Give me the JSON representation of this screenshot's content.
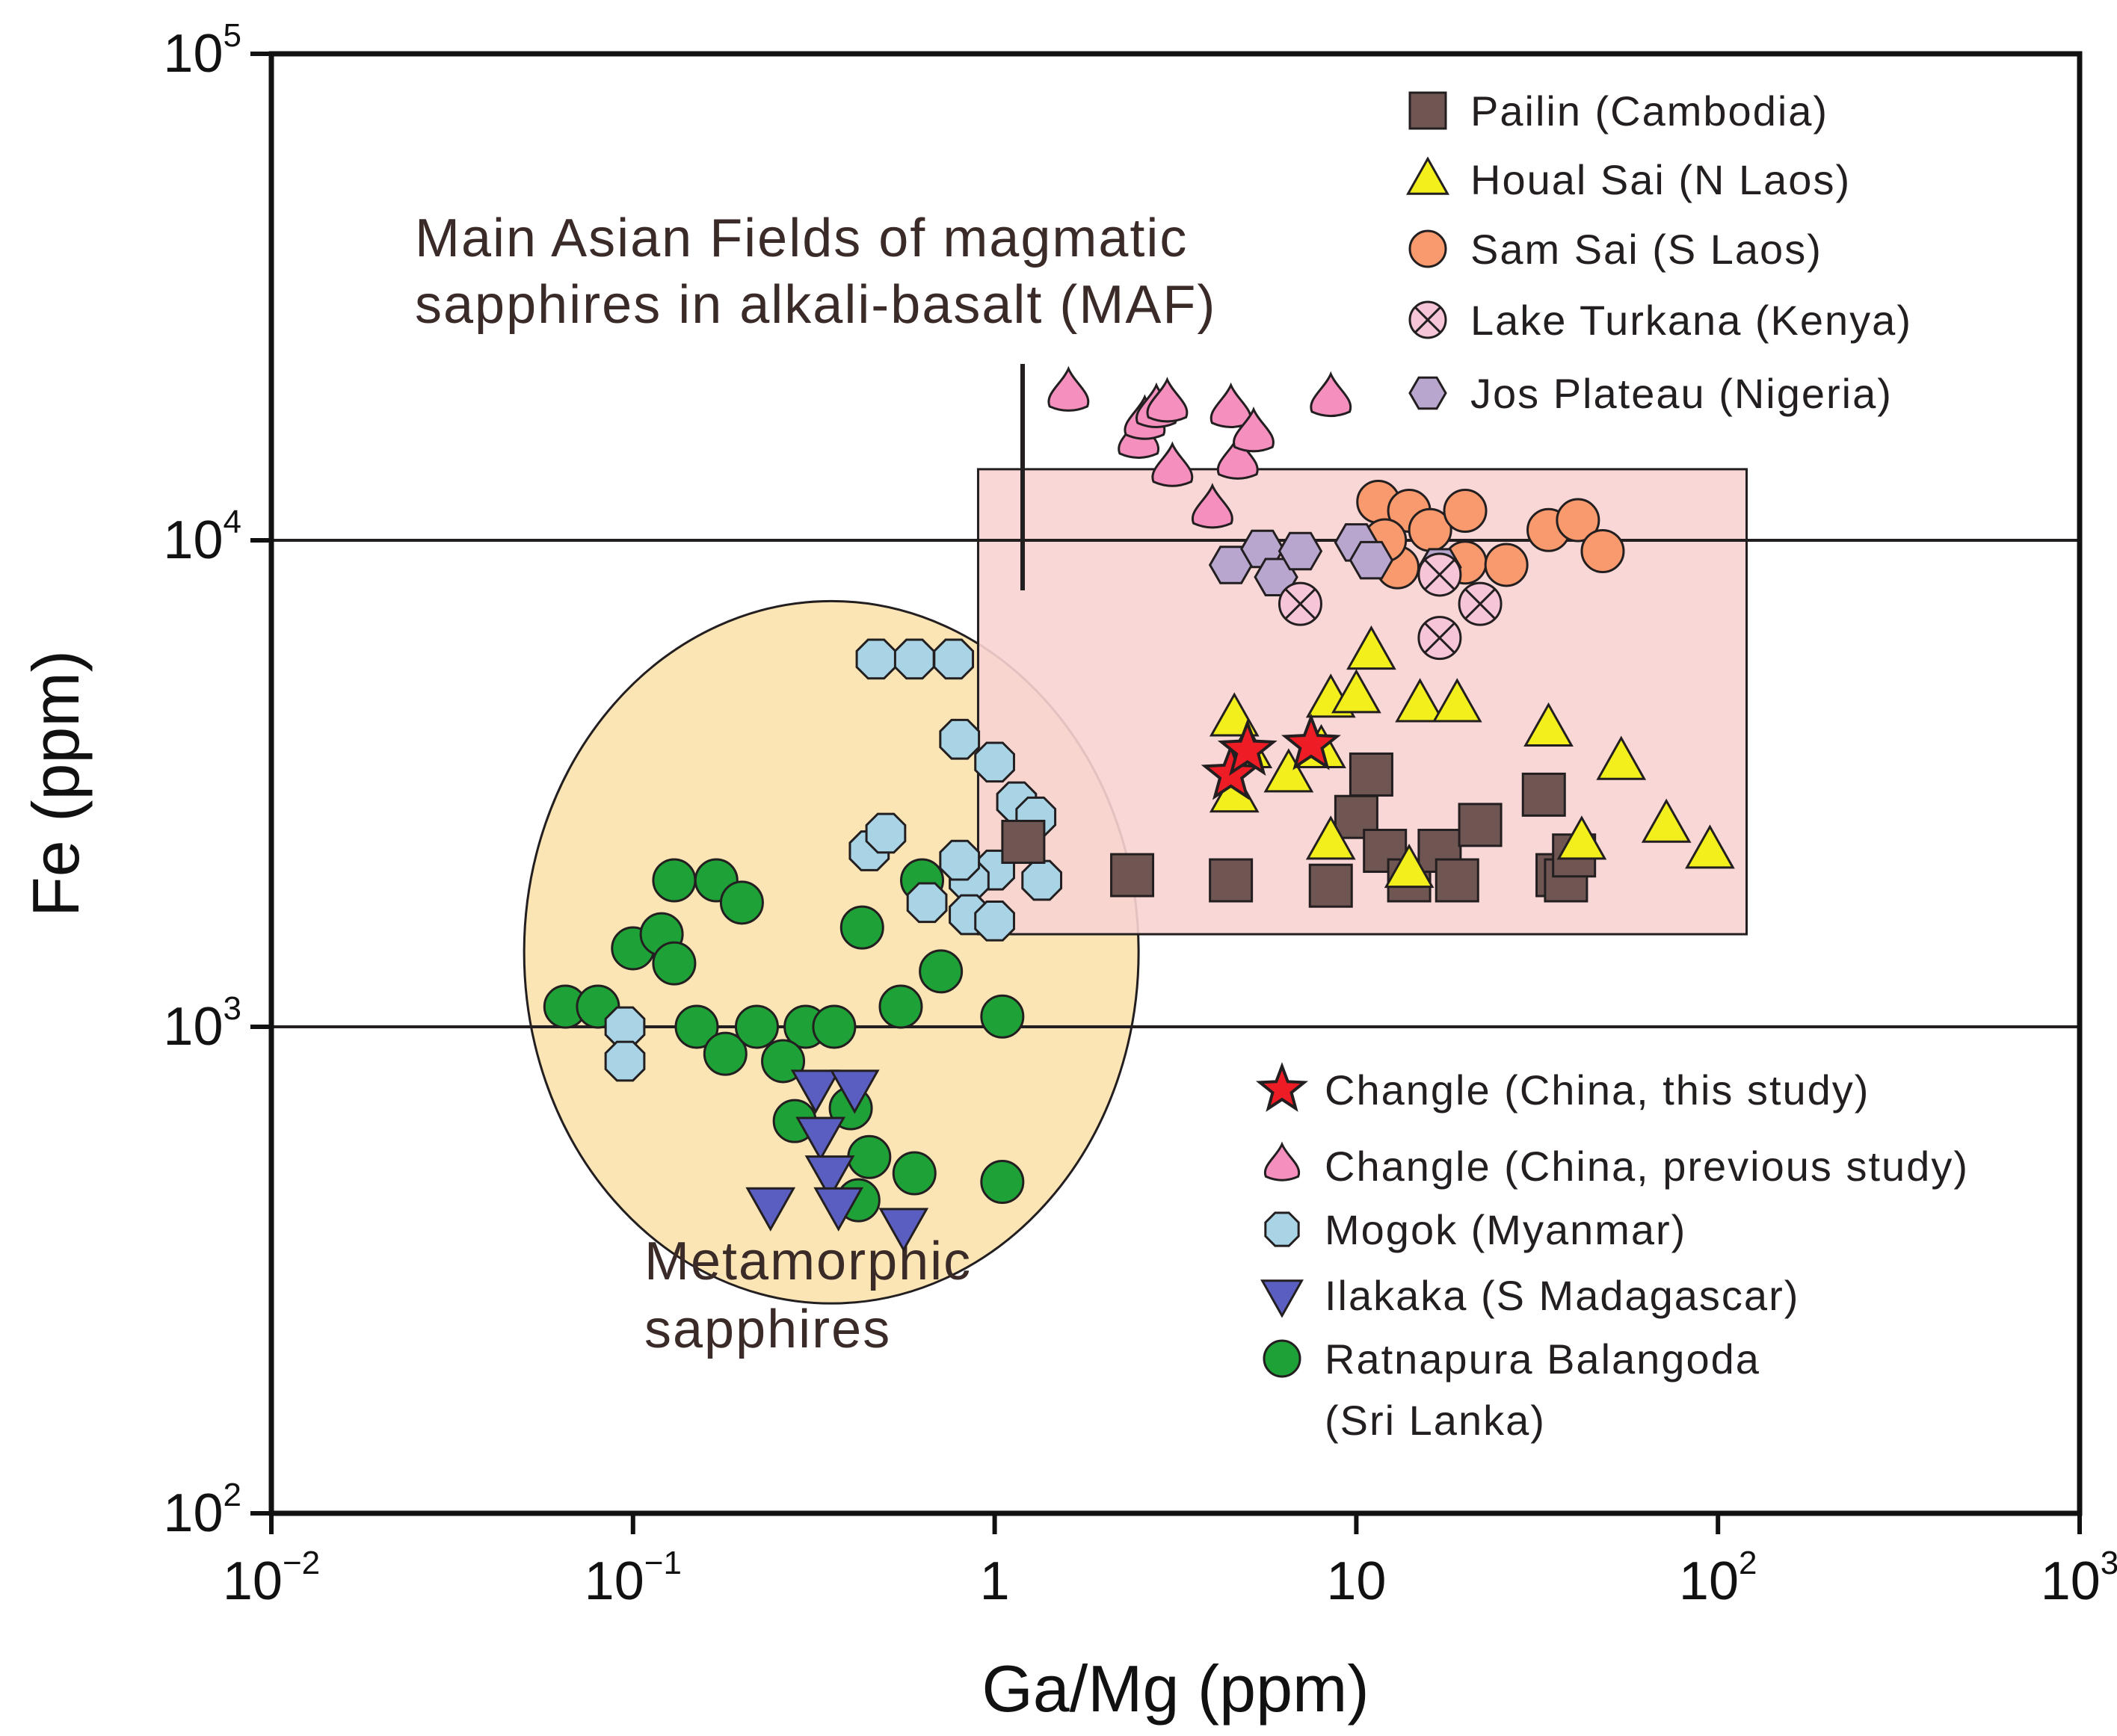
{
  "chart_data": {
    "type": "scatter",
    "x_scale": "log",
    "y_scale": "log",
    "xlabel": "Ga/Mg (ppm)",
    "ylabel": "Fe (ppm)",
    "xlim": [
      0.01,
      1000
    ],
    "ylim": [
      100,
      100000
    ],
    "x_ticks": [
      {
        "base": "10",
        "exp": "−2",
        "value": 0.01
      },
      {
        "base": "10",
        "exp": "−1",
        "value": 0.1
      },
      {
        "base": "1",
        "exp": "",
        "value": 1
      },
      {
        "base": "10",
        "exp": "",
        "value": 10
      },
      {
        "base": "10",
        "exp": "2",
        "value": 100
      },
      {
        "base": "10",
        "exp": "3",
        "value": 1000
      }
    ],
    "y_ticks": [
      {
        "base": "10",
        "exp": "2",
        "value": 100
      },
      {
        "base": "10",
        "exp": "3",
        "value": 1000
      },
      {
        "base": "10",
        "exp": "4",
        "value": 10000
      },
      {
        "base": "10",
        "exp": "5",
        "value": 100000
      }
    ],
    "horizontal_lines": [
      1000,
      10000
    ],
    "annotations": {
      "maf_line1": "Main Asian Fields of magmatic",
      "maf_line2": "sapphires in alkali-basalt (MAF)",
      "meta_line1": "Metamorphic",
      "meta_line2": "sapphires"
    },
    "regions": {
      "maf_box": {
        "x": [
          0.9,
          120
        ],
        "y": [
          1550,
          14000
        ],
        "color": "#f8d3d2"
      },
      "metamorphic_ellipse": {
        "x": [
          0.05,
          2.5
        ],
        "y": [
          270,
          7500
        ],
        "color": "#fbe5b4"
      }
    },
    "legend": {
      "placement": "top-right and lower-right"
    },
    "series": [
      {
        "name": "Pailin (Cambodia)",
        "marker": "square",
        "color": "#6f5652",
        "points": [
          [
            1.2,
            2400
          ],
          [
            2.4,
            2050
          ],
          [
            4.5,
            2000
          ],
          [
            8.5,
            1950
          ],
          [
            10,
            2700
          ],
          [
            11,
            3300
          ],
          [
            12,
            2300
          ],
          [
            14,
            2000
          ],
          [
            17,
            2300
          ],
          [
            19,
            2000
          ],
          [
            22,
            2600
          ],
          [
            33,
            3000
          ],
          [
            36,
            2050
          ],
          [
            38,
            2000
          ],
          [
            40,
            2250
          ]
        ]
      },
      {
        "name": "Houal Sai (N Laos)",
        "marker": "triangle",
        "color": "#f3ef1c",
        "points": [
          [
            4.6,
            4300
          ],
          [
            4.6,
            3000
          ],
          [
            5.0,
            3700
          ],
          [
            6.5,
            3300
          ],
          [
            8.0,
            3700
          ],
          [
            8.5,
            4700
          ],
          [
            8.5,
            2400
          ],
          [
            10,
            4800
          ],
          [
            11,
            5900
          ],
          [
            14,
            2100
          ],
          [
            15,
            4600
          ],
          [
            19,
            4600
          ],
          [
            34,
            4100
          ],
          [
            42,
            2400
          ],
          [
            54,
            3500
          ],
          [
            72,
            2600
          ],
          [
            95,
            2300
          ]
        ]
      },
      {
        "name": "Sam Sai (S Laos)",
        "marker": "circle",
        "color": "#f89a6d",
        "points": [
          [
            11.5,
            12000
          ],
          [
            13,
            8800
          ],
          [
            14,
            11500
          ],
          [
            16,
            10500
          ],
          [
            20,
            9000
          ],
          [
            20,
            11500
          ],
          [
            26,
            8900
          ],
          [
            34,
            10500
          ],
          [
            41,
            11000
          ],
          [
            48,
            9500
          ],
          [
            12,
            10000
          ]
        ]
      },
      {
        "name": "Lake Turkana (Kenya)",
        "marker": "circle-x",
        "color": "#f6c6d8",
        "points": [
          [
            7,
            7400
          ],
          [
            17,
            6300
          ],
          [
            17,
            8500
          ],
          [
            22,
            7400
          ]
        ]
      },
      {
        "name": "Jos Plateau (Nigeria)",
        "marker": "hexagon",
        "color": "#b9a6cf",
        "points": [
          [
            4.5,
            8900
          ],
          [
            5.5,
            9600
          ],
          [
            6,
            8400
          ],
          [
            7,
            9500
          ],
          [
            10,
            9900
          ],
          [
            11,
            9100
          ],
          [
            17,
            8800
          ]
        ]
      },
      {
        "name": "Changle (China, this study)",
        "marker": "star",
        "color": "#ee1c24",
        "points": [
          [
            4.5,
            3300
          ],
          [
            5.0,
            3700
          ],
          [
            7.5,
            3800
          ]
        ]
      },
      {
        "name": "Changle (China, previous study)",
        "marker": "drop",
        "color": "#f58fbe",
        "points": [
          [
            1.6,
            20000
          ],
          [
            2.5,
            16000
          ],
          [
            2.6,
            17500
          ],
          [
            2.8,
            18500
          ],
          [
            3.0,
            19000
          ],
          [
            3.1,
            14000
          ],
          [
            4.0,
            11500
          ],
          [
            4.5,
            18500
          ],
          [
            4.7,
            14500
          ],
          [
            5.2,
            16500
          ],
          [
            8.5,
            19500
          ]
        ]
      },
      {
        "name": "Mogok (Myanmar)",
        "marker": "octagon",
        "color": "#a8d4e6",
        "points": [
          [
            0.47,
            5700
          ],
          [
            0.6,
            5700
          ],
          [
            0.77,
            5700
          ],
          [
            0.8,
            3900
          ],
          [
            1.0,
            3500
          ],
          [
            1.15,
            2900
          ],
          [
            1.3,
            2700
          ],
          [
            1.35,
            2000
          ],
          [
            1.0,
            2100
          ],
          [
            0.85,
            2000
          ],
          [
            0.8,
            2200
          ],
          [
            0.65,
            1800
          ],
          [
            0.85,
            1700
          ],
          [
            1.0,
            1650
          ],
          [
            0.45,
            2300
          ],
          [
            0.5,
            2500
          ],
          [
            0.095,
            1000
          ],
          [
            0.095,
            850
          ]
        ]
      },
      {
        "name": "Ilakaka (S Madagascar)",
        "marker": "triangle-down",
        "color": "#5a5ec0",
        "points": [
          [
            0.32,
            750
          ],
          [
            0.33,
            600
          ],
          [
            0.35,
            500
          ],
          [
            0.37,
            430
          ],
          [
            0.41,
            750
          ],
          [
            0.24,
            430
          ],
          [
            0.56,
            390
          ]
        ]
      },
      {
        "name": "Ratnapura Balangoda (Sri Lanka)",
        "marker": "circle",
        "color": "#1ea238",
        "points": [
          [
            0.065,
            1100
          ],
          [
            0.08,
            1100
          ],
          [
            0.1,
            1450
          ],
          [
            0.12,
            1550
          ],
          [
            0.13,
            1350
          ],
          [
            0.13,
            2000
          ],
          [
            0.17,
            2000
          ],
          [
            0.2,
            1800
          ],
          [
            0.15,
            1000
          ],
          [
            0.18,
            880
          ],
          [
            0.22,
            1000
          ],
          [
            0.3,
            1000
          ],
          [
            0.26,
            850
          ],
          [
            0.36,
            1000
          ],
          [
            0.43,
            1600
          ],
          [
            0.55,
            1100
          ],
          [
            0.71,
            1300
          ],
          [
            0.63,
            2000
          ],
          [
            0.28,
            640
          ],
          [
            0.4,
            680
          ],
          [
            0.45,
            540
          ],
          [
            0.42,
            440
          ],
          [
            0.6,
            500
          ],
          [
            1.05,
            1050
          ],
          [
            1.05,
            480
          ]
        ]
      }
    ]
  }
}
